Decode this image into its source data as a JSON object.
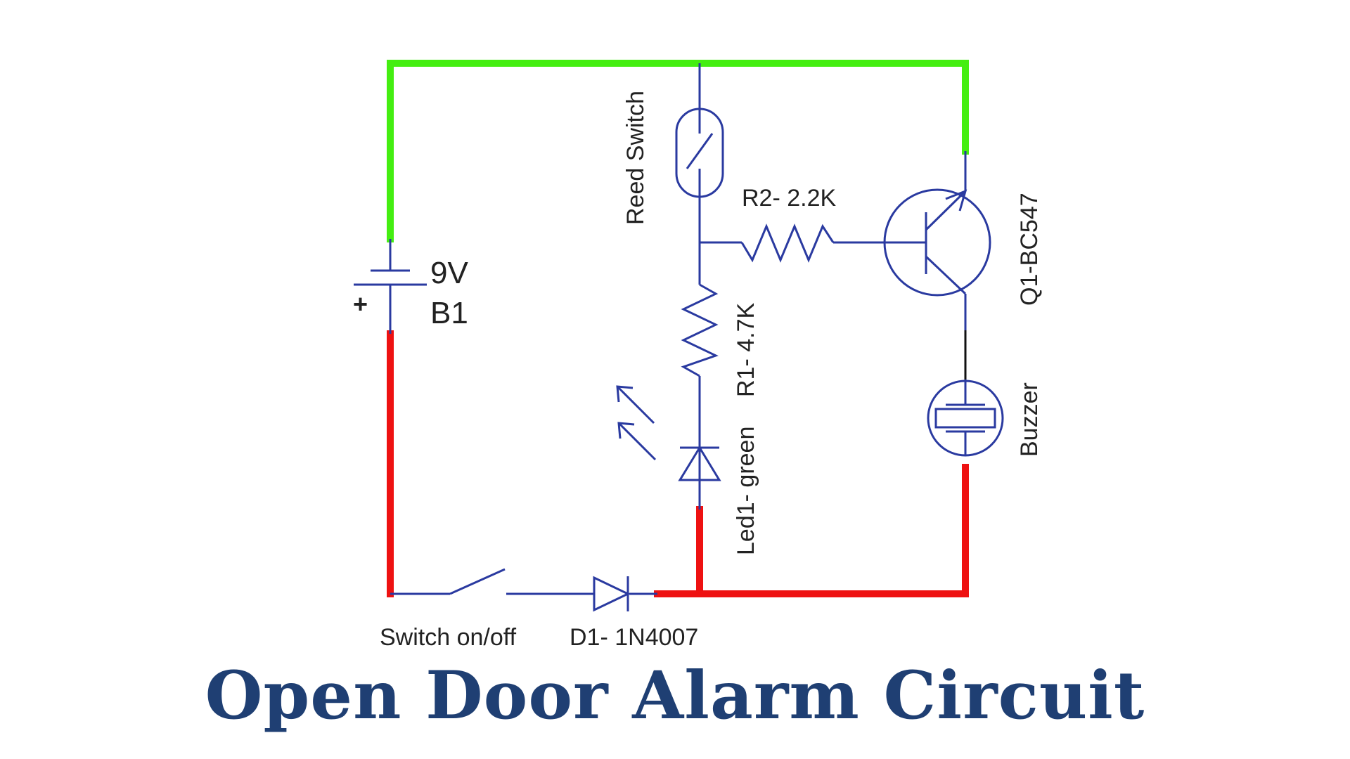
{
  "title": "Open Door Alarm Circuit",
  "colors": {
    "positive_rail": "#44ee11",
    "negative_rail": "#ee1111",
    "component": "#2a3aa0",
    "title": "#1f3f73",
    "label": "#222222"
  },
  "components": {
    "battery": {
      "value": "9V",
      "ref": "B1",
      "polarity_mark": "+"
    },
    "reed_switch": {
      "label": "Reed Switch"
    },
    "r1": {
      "label": "R1- 4.7K"
    },
    "r2": {
      "label": "R2- 2.2K"
    },
    "led": {
      "label": "Led1- green"
    },
    "transistor": {
      "label": "Q1-BC547"
    },
    "buzzer": {
      "label": "Buzzer"
    },
    "power_switch": {
      "label": "Switch on/off"
    },
    "diode": {
      "label": "D1- 1N4007"
    }
  }
}
